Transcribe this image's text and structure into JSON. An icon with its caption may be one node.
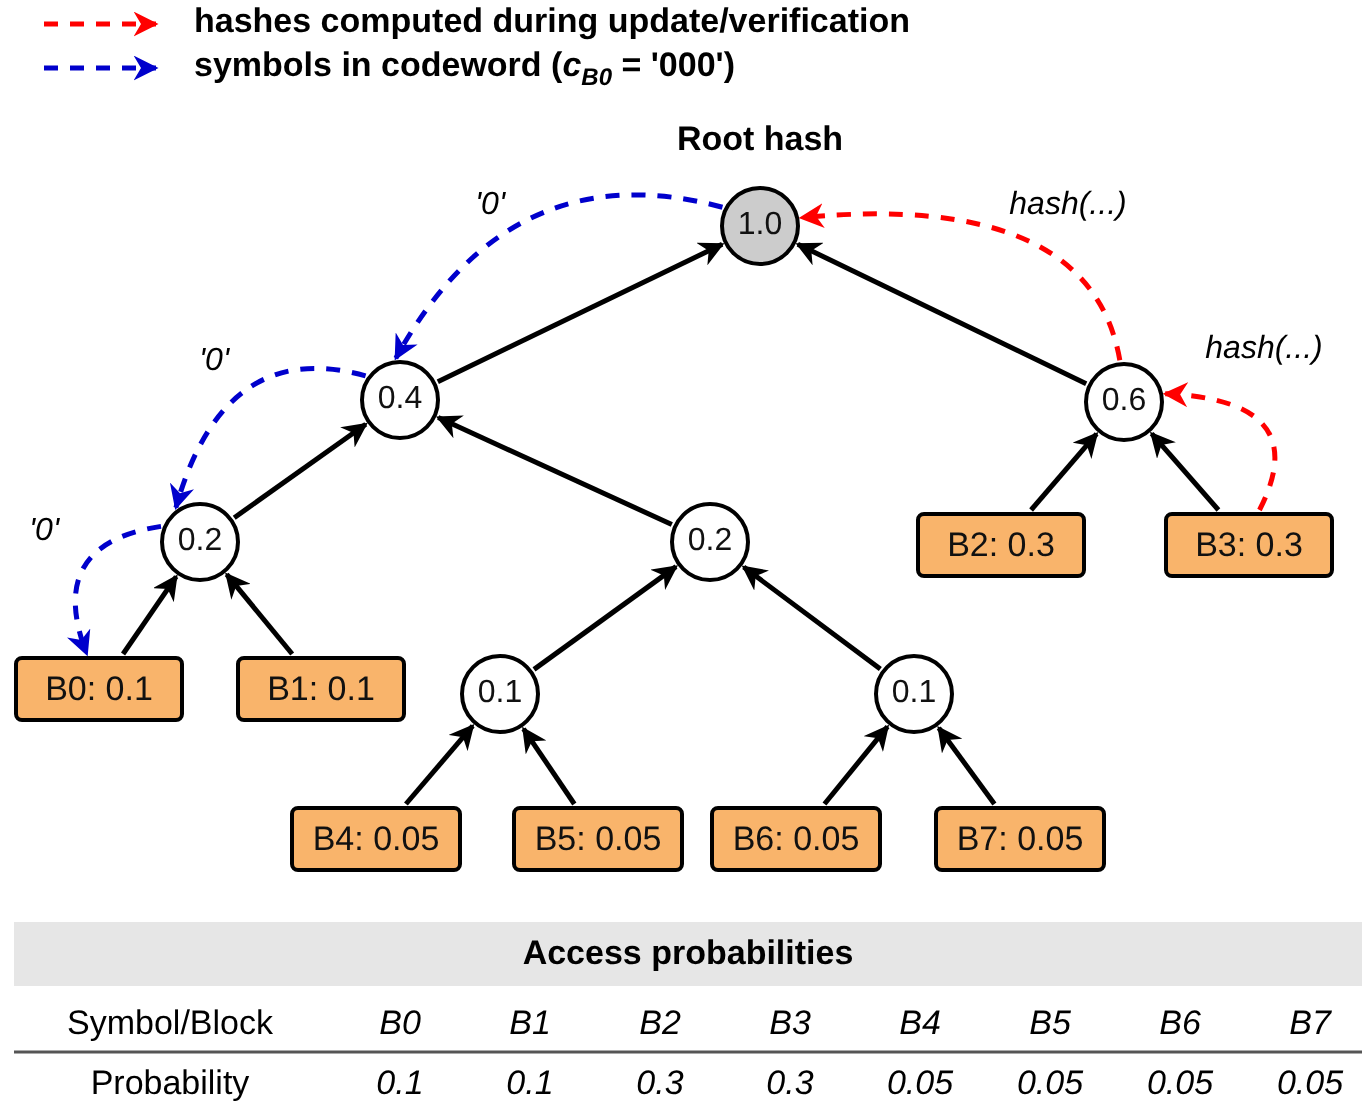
{
  "diagram": {
    "nodes": [
      {
        "text": [
          "1.0"
        ],
        "beside": [
          "Root hash"
        ]
      },
      {
        "text": [
          "0.4"
        ]
      },
      {
        "text": [
          "0.6"
        ]
      },
      {
        "text": [
          "0.2"
        ]
      },
      {
        "text": [
          "0.2"
        ]
      },
      {
        "text": [
          "B2: 0.3"
        ]
      },
      {
        "text": [
          "B3: 0.3"
        ]
      },
      {
        "text": [
          "B0: 0.1"
        ]
      },
      {
        "text": [
          "B1: 0.1"
        ]
      },
      {
        "text": [
          "0.1"
        ]
      },
      {
        "text": [
          "0.1"
        ]
      },
      {
        "text": [
          "B4: 0.05"
        ]
      },
      {
        "text": [
          "B5: 0.05"
        ]
      },
      {
        "text": [
          "B6: 0.05"
        ]
      },
      {
        "text": [
          "B7: 0.05"
        ]
      }
    ],
    "edges": [
      {
        "from": 1,
        "to": 0,
        "arrow": "to"
      },
      {
        "from": 2,
        "to": 0,
        "arrow": "to"
      },
      {
        "from": 3,
        "to": 1,
        "arrow": "to"
      },
      {
        "from": 4,
        "to": 1,
        "arrow": "to"
      },
      {
        "from": 5,
        "to": 2,
        "arrow": "to"
      },
      {
        "from": 6,
        "to": 2,
        "arrow": "to"
      },
      {
        "from": 7,
        "to": 3,
        "arrow": "to"
      },
      {
        "from": 8,
        "to": 3,
        "arrow": "to"
      },
      {
        "from": 9,
        "to": 4,
        "arrow": "to"
      },
      {
        "from": 10,
        "to": 4,
        "arrow": "to"
      },
      {
        "from": 11,
        "to": 9,
        "arrow": "to"
      },
      {
        "from": 12,
        "to": 9,
        "arrow": "to"
      },
      {
        "from": 13,
        "to": 10,
        "arrow": "to"
      },
      {
        "from": 14,
        "to": 10,
        "arrow": "to"
      },
      {
        "from": 6,
        "to": 2,
        "arrow": "to",
        "label": "hash(...)",
        "style": "dashed",
        "color": "#ff0000"
      },
      {
        "from": 2,
        "to": 0,
        "arrow": "to",
        "label": "hash(...)",
        "style": "dashed",
        "color": "#ff0000"
      },
      {
        "from": 0,
        "to": 1,
        "arrow": "to",
        "label": "'0'",
        "style": "dashed",
        "color": "#0000cc"
      },
      {
        "from": 1,
        "to": 3,
        "arrow": "to",
        "label": "'0'",
        "style": "dashed",
        "color": "#0000cc"
      },
      {
        "from": 3,
        "to": 7,
        "arrow": "to",
        "label": "'0'",
        "style": "dashed",
        "color": "#0000cc"
      }
    ],
    "labels": [
      "Access probabilities",
      "Symbol/Block",
      "B0",
      "B1",
      "B2",
      "B3",
      "B4",
      "B5",
      "B6",
      "B7",
      "Probability",
      "0.1",
      "0.1",
      "0.3",
      "0.3",
      "0.05",
      "0.05",
      "0.05",
      "0.05"
    ],
    "legend": [
      {
        "text": "hashes computed during update/verification",
        "color": "#ff0000"
      },
      {
        "text": "symbols in codeword (*c*$_{B0}$ = '000')",
        "color": "#0000cc"
      }
    ]
  }
}
